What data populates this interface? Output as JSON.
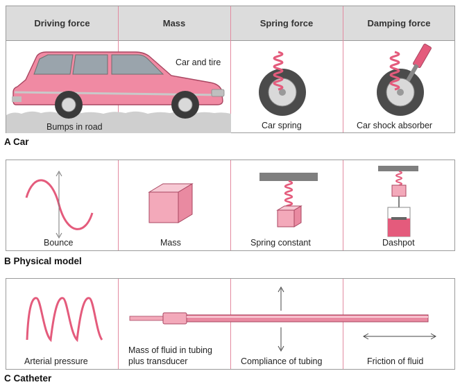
{
  "headers": [
    "Driving force",
    "Mass",
    "Spring force",
    "Damping force"
  ],
  "panel_a": {
    "title": "A Car",
    "labels": {
      "bumps": "Bumps in road",
      "car_tire": "Car and tire",
      "spring": "Car spring",
      "shock": "Car shock absorber"
    }
  },
  "panel_b": {
    "title": "B Physical model",
    "labels": [
      "Bounce",
      "Mass",
      "Spring constant",
      "Dashpot"
    ]
  },
  "panel_c": {
    "title": "C Catheter",
    "labels": {
      "pressure": "Arterial pressure",
      "mass_line1": "Mass of fluid in tubing",
      "mass_line2": "plus transducer",
      "compliance": "Compliance of tubing",
      "friction": "Friction of fluid"
    }
  },
  "colors": {
    "pink": "#e45b7c",
    "light_pink": "#f3a9ba",
    "grid_line": "#e28aa0",
    "header_bg": "#dcdcdc"
  }
}
